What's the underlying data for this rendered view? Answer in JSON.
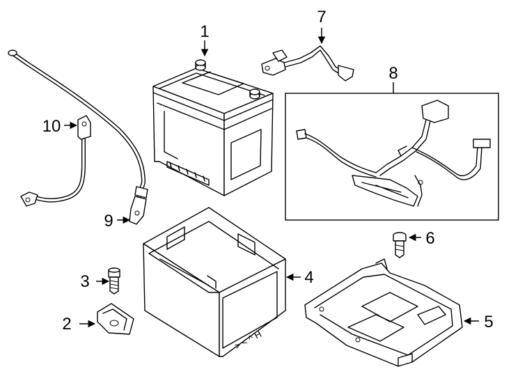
{
  "callouts": [
    {
      "id": "c1",
      "text": "1"
    },
    {
      "id": "c2",
      "text": "2"
    },
    {
      "id": "c3",
      "text": "3"
    },
    {
      "id": "c4",
      "text": "4"
    },
    {
      "id": "c5",
      "text": "5"
    },
    {
      "id": "c6",
      "text": "6"
    },
    {
      "id": "c7",
      "text": "7"
    },
    {
      "id": "c8",
      "text": "8"
    },
    {
      "id": "c9",
      "text": "9"
    },
    {
      "id": "c10",
      "text": "10"
    }
  ],
  "tray_marks": ">  <  ^  H"
}
